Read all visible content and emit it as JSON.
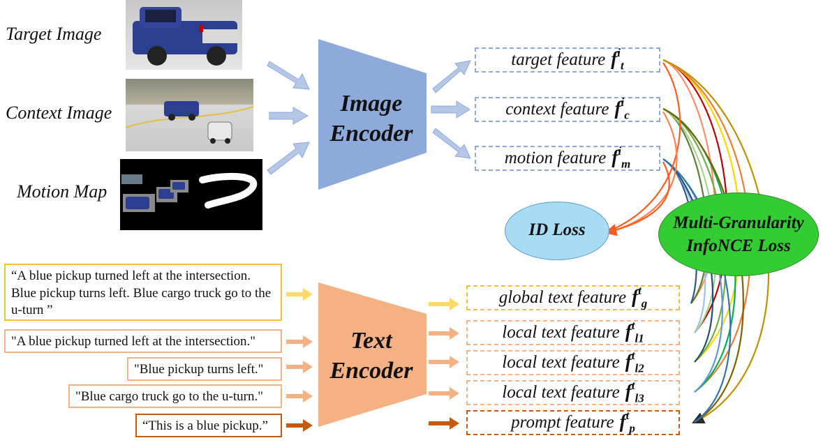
{
  "inputs": {
    "target_label": "Target Image",
    "context_label": "Context Image",
    "motion_label": "Motion Map"
  },
  "image_encoder": {
    "line1": "Image",
    "line2": "Encoder"
  },
  "text_encoder": {
    "line1": "Text",
    "line2": "Encoder"
  },
  "image_features": [
    {
      "name": "target feature",
      "symbol": "f",
      "sup": "i",
      "sub": "t"
    },
    {
      "name": "context feature",
      "symbol": "f",
      "sup": "i",
      "sub": "c"
    },
    {
      "name": "motion feature",
      "symbol": "f",
      "sup": "i",
      "sub": "m"
    }
  ],
  "text_features": [
    {
      "name": "global text feature",
      "symbol": "f",
      "sup": "t",
      "sub": "g"
    },
    {
      "name": "local text feature",
      "symbol": "f",
      "sup": "t",
      "sub": "l1"
    },
    {
      "name": "local text feature",
      "symbol": "f",
      "sup": "t",
      "sub": "l2"
    },
    {
      "name": "local text feature",
      "symbol": "f",
      "sup": "t",
      "sub": "l3"
    },
    {
      "name": "prompt feature",
      "symbol": "f",
      "sup": "t",
      "sub": "p"
    }
  ],
  "texts": [
    "“A blue pickup turned left at the intersection. Blue pickup turns left. Blue cargo truck go to the u-turn ”",
    "\"A blue pickup turned left at the intersection.\"",
    "\"Blue pickup turns left.\"",
    "\"Blue cargo truck go to the u-turn.\"",
    "“This is a blue pickup.”"
  ],
  "losses": {
    "id_loss": "ID Loss",
    "infonce_line1": "Multi-Granularity",
    "infonce_line2": "InfoNCE Loss"
  },
  "colors": {
    "image_branch": "#8eaadb",
    "text_branch": "#f4b183",
    "global_box": "#f2c12e",
    "prompt_box": "#c55a11",
    "id_loss_fill": "#a8dcf2",
    "infonce_fill": "#33cc33"
  }
}
